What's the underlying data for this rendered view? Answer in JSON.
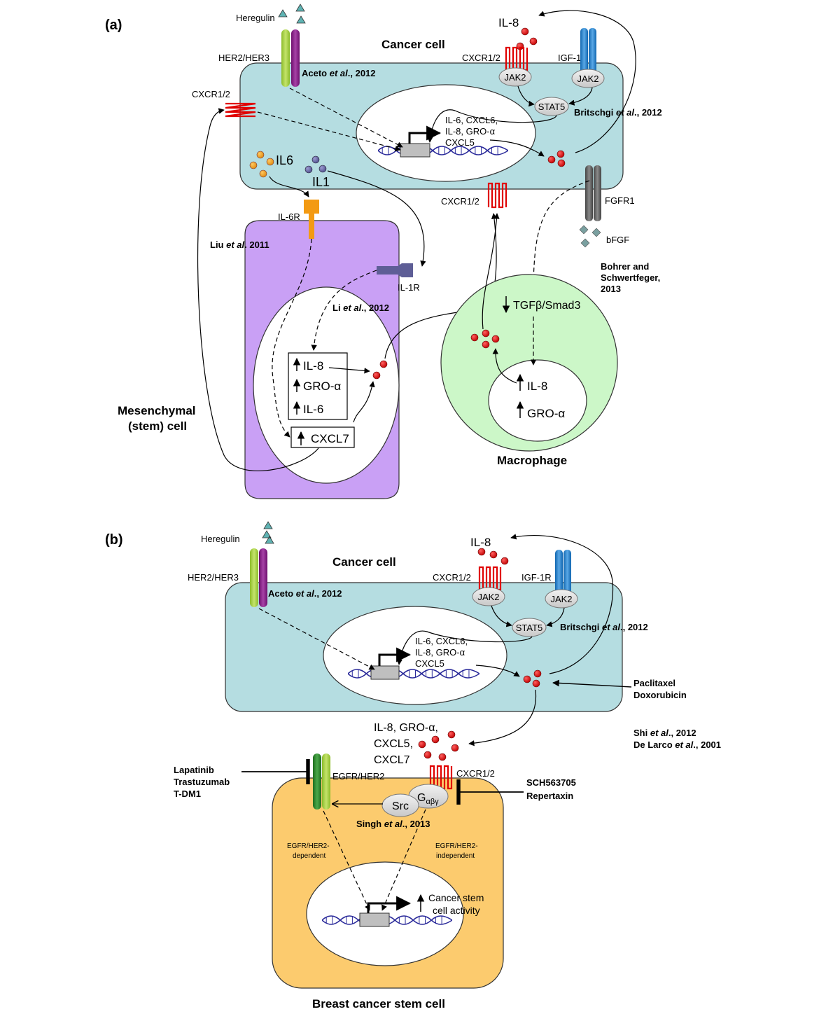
{
  "panel_a": {
    "label": "(a)",
    "heregulin": "Heregulin",
    "cancer_cell_title": "Cancer cell",
    "her2her3": "HER2/HER3",
    "aceto_prefix": "Aceto ",
    "aceto_etal": "et al",
    "aceto_suffix": "., 2012",
    "il8_top": "IL-8",
    "cxcr12_top": "CXCR1/2",
    "igf1r": "IGF-1R",
    "jak2_left": "JAK2",
    "jak2_right": "JAK2",
    "stat5": "STAT5",
    "britschgi_prefix": "Britschgi ",
    "britschgi_etal": "et al",
    "britschgi_suffix": "., 2012",
    "cxcr12_left": "CXCR1/2",
    "nuc_genes_1": "IL-6, CXCL6,",
    "nuc_genes_2": "IL-8, GRO-α",
    "nuc_genes_3": "CXCL5",
    "il6": "IL6",
    "il1": "IL1",
    "cxcr12_mid": "CXCR1/2",
    "fgfr1": "FGFR1",
    "bfgf": "bFGF",
    "il6r": "IL-6R",
    "liu_prefix": "Liu ",
    "liu_etal": "et al",
    "liu_suffix": ". 2011",
    "il1r": "IL-1R",
    "bohrer_1": "Bohrer and",
    "bohrer_2": "Schwertfeger,",
    "bohrer_3": "2013",
    "li_prefix": "Li ",
    "li_etal": "et al",
    "li_suffix": "., 2012",
    "tgf": "TGFβ/Smad3",
    "msc_il8": "IL-8",
    "msc_gro": "GRO-α",
    "msc_il6": "IL-6",
    "msc_cxcl7": "CXCL7",
    "mac_il8": "IL-8",
    "mac_gro": "GRO-α",
    "mesenchymal_1": "Mesenchymal",
    "mesenchymal_2": "(stem) cell",
    "macrophage": "Macrophage"
  },
  "panel_b": {
    "label": "(b)",
    "heregulin": "Heregulin",
    "il8_top": "IL-8",
    "cancer_cell_title": "Cancer cell",
    "her2her3": "HER2/HER3",
    "cxcr12_top": "CXCR1/2",
    "igf1r": "IGF-1R",
    "aceto_prefix": "Aceto ",
    "aceto_etal": "et al",
    "aceto_suffix": "., 2012",
    "jak2_left": "JAK2",
    "jak2_right": "JAK2",
    "stat5": "STAT5",
    "britschgi_prefix": "Britschgi ",
    "britschgi_etal": "et al",
    "britschgi_suffix": "., 2012",
    "nuc_genes_1": "IL-6, CXCL6,",
    "nuc_genes_2": "IL-8, GRO-α",
    "nuc_genes_3": "CXCL5",
    "paclitaxel": "Paclitaxel",
    "doxorubicin": "Doxorubicin",
    "shi_prefix": "Shi ",
    "shi_etal": "et al",
    "shi_suffix": "., 2012",
    "delarco_prefix": "De Larco ",
    "delarco_etal": "et al",
    "delarco_suffix": "., 2001",
    "chemokines_1": "IL-8, GRO-α,",
    "chemokines_2": "CXCL5,",
    "chemokines_3": "CXCL7",
    "lapatinib": "Lapatinib",
    "trastuzumab": "Trastuzumab",
    "tdm1": "T-DM1",
    "egfr_her2": "EGFR/HER2",
    "cxcr12_b": "CXCR1/2",
    "sch": "SCH563705",
    "repertaxin": "Repertaxin",
    "src": "Src",
    "g_main": "G",
    "g_sub": "αβγ",
    "singh_prefix": "Singh ",
    "singh_etal": "et al",
    "singh_suffix": "., 2013",
    "dep_1": "EGFR/HER2-",
    "dep_2": "dependent",
    "indep_1": "EGFR/HER2-",
    "indep_2": "independent",
    "csc_act_1": "Cancer stem",
    "csc_act_2": "cell activity",
    "bcsc": "Breast cancer stem cell"
  },
  "colors": {
    "cancer_cell": "#b5dde1",
    "msc": "#c9a0f5",
    "macrophage": "#ccf7c8",
    "bcsc": "#fccb6e",
    "chemokine": "#e00000",
    "her2_green": "#a6cf3e",
    "her3_purple": "#8b1a8b",
    "igf1r_blue": "#1a78c2",
    "il6_orange": "#f0a020",
    "il1_purple": "#6b6ba8",
    "fgfr_gray": "#595959"
  }
}
